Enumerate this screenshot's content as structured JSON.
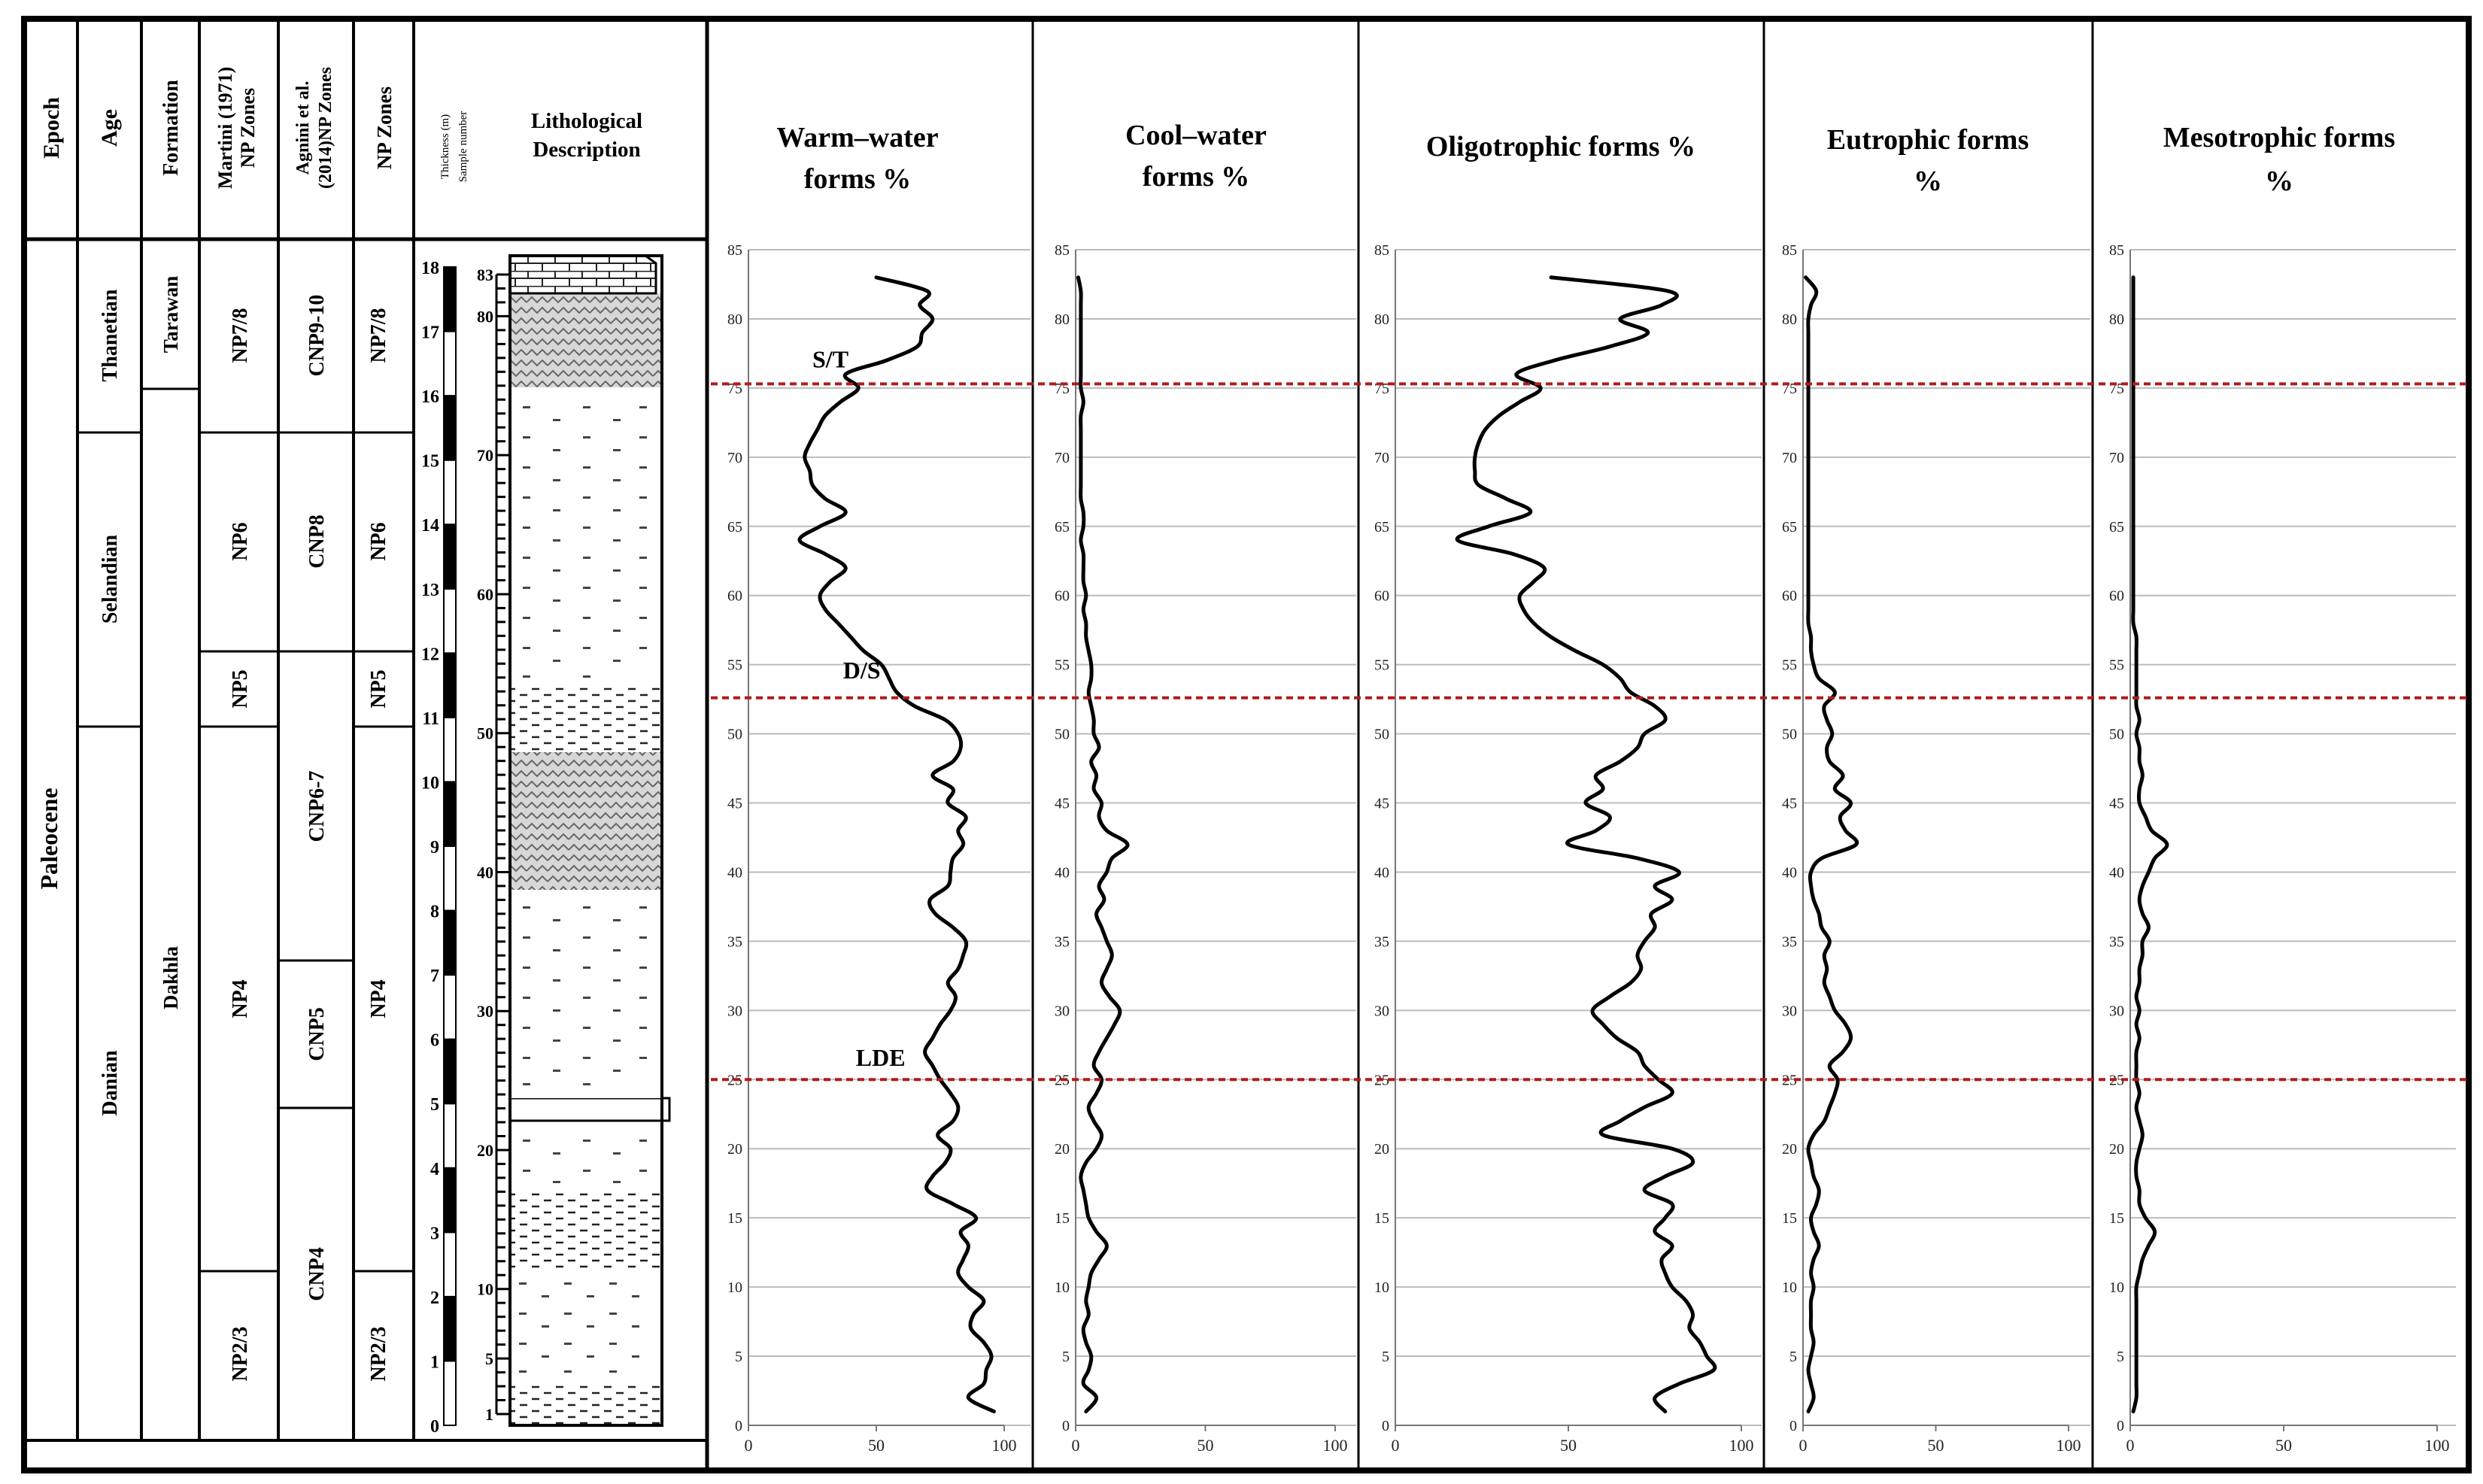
{
  "strat": {
    "headers": {
      "epoch": "Epoch",
      "age": "Age",
      "formation": "Formation",
      "martini_1": "Martini (1971)",
      "martini_2": "NP Zones",
      "agnini_1": "Agnini et al.",
      "agnini_2": "(2014)NP Zones",
      "np": "NP Zones",
      "thickness": "Thickness (m)",
      "sample": "Sample number",
      "litho_1": "Lithological",
      "litho_2": "Description"
    },
    "epoch": "Paleocene",
    "ages": [
      "Thanetian",
      "Selandian",
      "Danian"
    ],
    "formations": [
      "Tarawan",
      "Dakhla"
    ],
    "martini_zones": [
      "NP7/8",
      "NP6",
      "NP5",
      "NP4",
      "NP2/3"
    ],
    "agnini_zones": [
      "CNP9-10",
      "CNP8",
      "CNP6-7",
      "CNP5",
      "CNP4"
    ],
    "np_zones": [
      "NP7/8",
      "NP6",
      "NP5",
      "NP4",
      "NP2/3"
    ],
    "thickness_ticks": [
      "0",
      "1",
      "2",
      "3",
      "4",
      "5",
      "6",
      "7",
      "8",
      "9",
      "10",
      "11",
      "12",
      "13",
      "14",
      "15",
      "16",
      "17",
      "18"
    ],
    "sample_ticks": [
      "1",
      "5",
      "10",
      "20",
      "30",
      "40",
      "50",
      "60",
      "70",
      "80",
      "83"
    ]
  },
  "colors": {
    "boundary": "#b01c1c",
    "grid": "#bcbcbc",
    "curve": "#000000"
  },
  "chart_data": [
    {
      "type": "line",
      "title": "Warm–water forms %",
      "title_lines": [
        "Warm–water",
        "forms %"
      ],
      "xlim": [
        0,
        100
      ],
      "xticks": [
        0,
        50,
        100
      ],
      "ylim": [
        0,
        85
      ],
      "yticks": [
        0,
        5,
        10,
        15,
        20,
        25,
        30,
        35,
        40,
        45,
        50,
        55,
        60,
        65,
        70,
        75,
        80,
        85
      ],
      "annotations": [
        {
          "text": "S/T",
          "x": 25,
          "y": 76.5
        },
        {
          "text": "D/S",
          "x": 37,
          "y": 54
        },
        {
          "text": "LDE",
          "x": 42,
          "y": 26
        }
      ],
      "series": [
        {
          "x": [
            96,
            86,
            92,
            93,
            95,
            92,
            87,
            88,
            92,
            86,
            82,
            84,
            86,
            83,
            89,
            80,
            70,
            72,
            77,
            79,
            74,
            80,
            82,
            79,
            75,
            72,
            69,
            72,
            75,
            79,
            81,
            78,
            82,
            84,
            85,
            80,
            73,
            71,
            78,
            79,
            80,
            84,
            82,
            85,
            78,
            80,
            72,
            80,
            83,
            82,
            77,
            65,
            58,
            55,
            52,
            45,
            40,
            35,
            30,
            28,
            32,
            38,
            30,
            20,
            28,
            38,
            30,
            25,
            24,
            22,
            24,
            27,
            30,
            36,
            43,
            38,
            54,
            66,
            68,
            72,
            67,
            70,
            50
          ],
          "y": [
            1,
            2,
            3,
            4,
            5,
            6,
            7,
            8,
            9,
            10,
            11,
            12,
            13,
            14,
            15,
            16,
            17,
            18,
            19,
            20,
            21,
            22,
            23,
            24,
            25,
            26,
            27,
            28,
            29,
            30,
            31,
            32,
            33,
            34,
            35,
            36,
            37,
            38,
            39,
            40,
            41,
            42,
            43,
            44,
            45,
            46,
            47,
            48,
            49,
            50,
            51,
            52,
            53,
            54,
            55,
            56,
            57,
            58,
            59,
            60,
            61,
            62,
            63,
            64,
            65,
            66,
            67,
            68,
            69,
            70,
            71,
            72,
            73,
            74,
            75,
            76,
            77,
            78,
            79,
            80,
            81,
            82,
            83
          ]
        }
      ]
    },
    {
      "type": "line",
      "title": "Cool–water forms %",
      "title_lines": [
        "Cool–water",
        "forms %"
      ],
      "xlim": [
        0,
        100
      ],
      "xticks": [
        0,
        50,
        100
      ],
      "ylim": [
        0,
        85
      ],
      "yticks": [
        0,
        5,
        10,
        15,
        20,
        25,
        30,
        35,
        40,
        45,
        50,
        55,
        60,
        65,
        70,
        75,
        80,
        85
      ],
      "series": [
        {
          "x": [
            4,
            8,
            3,
            5,
            6,
            4,
            3,
            5,
            4,
            5,
            6,
            9,
            12,
            8,
            5,
            4,
            3,
            2,
            4,
            8,
            10,
            7,
            5,
            8,
            10,
            7,
            9,
            12,
            15,
            17,
            13,
            10,
            12,
            14,
            12,
            10,
            8,
            11,
            9,
            12,
            14,
            20,
            12,
            9,
            10,
            7,
            8,
            6,
            9,
            7,
            7,
            6,
            5,
            6,
            6,
            5,
            4,
            4,
            3,
            4,
            3,
            3,
            3,
            2,
            3,
            3,
            2,
            2,
            2,
            2,
            2,
            2,
            2,
            3,
            2,
            2,
            2,
            2,
            2,
            2,
            2,
            2,
            1
          ],
          "y": [
            1,
            2,
            3,
            4,
            5,
            6,
            7,
            8,
            9,
            10,
            11,
            12,
            13,
            14,
            15,
            16,
            17,
            18,
            19,
            20,
            21,
            22,
            23,
            24,
            25,
            26,
            27,
            28,
            29,
            30,
            31,
            32,
            33,
            34,
            35,
            36,
            37,
            38,
            39,
            40,
            41,
            42,
            43,
            44,
            45,
            46,
            47,
            48,
            49,
            50,
            51,
            52,
            53,
            54,
            55,
            56,
            57,
            58,
            59,
            60,
            61,
            62,
            63,
            64,
            65,
            66,
            67,
            68,
            69,
            70,
            71,
            72,
            73,
            74,
            75,
            76,
            77,
            78,
            79,
            80,
            81,
            82,
            83
          ]
        }
      ]
    },
    {
      "type": "line",
      "title": "Oligotrophic forms %",
      "title_lines": [
        "Oligotrophic forms %"
      ],
      "xlim": [
        0,
        100
      ],
      "xticks": [
        0,
        50,
        100
      ],
      "ylim": [
        0,
        85
      ],
      "yticks": [
        0,
        5,
        10,
        15,
        20,
        25,
        30,
        35,
        40,
        45,
        50,
        55,
        60,
        65,
        70,
        75,
        80,
        85
      ],
      "series": [
        {
          "x": [
            78,
            75,
            82,
            92,
            90,
            88,
            85,
            86,
            84,
            80,
            78,
            77,
            80,
            75,
            78,
            80,
            72,
            78,
            86,
            80,
            60,
            65,
            72,
            80,
            76,
            72,
            70,
            64,
            60,
            57,
            62,
            68,
            71,
            70,
            72,
            75,
            74,
            80,
            75,
            82,
            70,
            50,
            58,
            62,
            55,
            60,
            58,
            65,
            70,
            72,
            78,
            75,
            68,
            65,
            60,
            52,
            45,
            40,
            37,
            36,
            40,
            43,
            34,
            18,
            27,
            39,
            32,
            24,
            23,
            23,
            24,
            26,
            30,
            36,
            42,
            35,
            46,
            62,
            73,
            65,
            77,
            79,
            45
          ],
          "y": [
            1,
            2,
            3,
            4,
            5,
            6,
            7,
            8,
            9,
            10,
            11,
            12,
            13,
            14,
            15,
            16,
            17,
            18,
            19,
            20,
            21,
            22,
            23,
            24,
            25,
            26,
            27,
            28,
            29,
            30,
            31,
            32,
            33,
            34,
            35,
            36,
            37,
            38,
            39,
            40,
            41,
            42,
            43,
            44,
            45,
            46,
            47,
            48,
            49,
            50,
            51,
            52,
            53,
            54,
            55,
            56,
            57,
            58,
            59,
            60,
            61,
            62,
            63,
            64,
            65,
            66,
            67,
            68,
            69,
            70,
            71,
            72,
            73,
            74,
            75,
            76,
            77,
            78,
            79,
            80,
            81,
            82,
            83
          ]
        }
      ]
    },
    {
      "type": "line",
      "title": "Eutrophic forms %",
      "title_lines": [
        "Eutrophic forms",
        "%"
      ],
      "xlim": [
        0,
        100
      ],
      "xticks": [
        0,
        50,
        100
      ],
      "ylim": [
        0,
        85
      ],
      "yticks": [
        0,
        5,
        10,
        15,
        20,
        25,
        30,
        35,
        40,
        45,
        50,
        55,
        60,
        65,
        70,
        75,
        80,
        85
      ],
      "series": [
        {
          "x": [
            2,
            4,
            3,
            2,
            3,
            4,
            3,
            3,
            3,
            4,
            3,
            4,
            6,
            4,
            3,
            5,
            6,
            4,
            3,
            2,
            4,
            8,
            10,
            12,
            13,
            10,
            15,
            18,
            16,
            12,
            10,
            8,
            9,
            8,
            10,
            7,
            6,
            4,
            3,
            3,
            7,
            20,
            16,
            14,
            18,
            12,
            15,
            10,
            9,
            11,
            9,
            8,
            12,
            6,
            4,
            3,
            3,
            2,
            2,
            2,
            2,
            2,
            2,
            2,
            2,
            2,
            2,
            2,
            2,
            2,
            2,
            2,
            2,
            2,
            2,
            2,
            2,
            2,
            2,
            2,
            3,
            5,
            1
          ],
          "y": [
            1,
            2,
            3,
            4,
            5,
            6,
            7,
            8,
            9,
            10,
            11,
            12,
            13,
            14,
            15,
            16,
            17,
            18,
            19,
            20,
            21,
            22,
            23,
            24,
            25,
            26,
            27,
            28,
            29,
            30,
            31,
            32,
            33,
            34,
            35,
            36,
            37,
            38,
            39,
            40,
            41,
            42,
            43,
            44,
            45,
            46,
            47,
            48,
            49,
            50,
            51,
            52,
            53,
            54,
            55,
            56,
            57,
            58,
            59,
            60,
            61,
            62,
            63,
            64,
            65,
            66,
            67,
            68,
            69,
            70,
            71,
            72,
            73,
            74,
            75,
            76,
            77,
            78,
            79,
            80,
            81,
            82,
            83
          ]
        }
      ]
    },
    {
      "type": "line",
      "title": "Mesotrophic forms %",
      "title_lines": [
        "Mesotrophic forms",
        "%"
      ],
      "xlim": [
        0,
        100
      ],
      "xticks": [
        0,
        50,
        100
      ],
      "ylim": [
        0,
        85
      ],
      "yticks": [
        0,
        5,
        10,
        15,
        20,
        25,
        30,
        35,
        40,
        45,
        50,
        55,
        60,
        65,
        70,
        75,
        80,
        85
      ],
      "series": [
        {
          "x": [
            1,
            2,
            2,
            2,
            2,
            2,
            2,
            2,
            2,
            2,
            3,
            4,
            6,
            8,
            5,
            3,
            3,
            2,
            2,
            3,
            4,
            3,
            2,
            3,
            2,
            2,
            2,
            3,
            2,
            3,
            2,
            3,
            3,
            4,
            4,
            6,
            4,
            3,
            4,
            6,
            8,
            12,
            7,
            5,
            3,
            3,
            4,
            3,
            3,
            2,
            3,
            2,
            2,
            2,
            2,
            2,
            2,
            1,
            1,
            1,
            1,
            1,
            1,
            1,
            1,
            1,
            1,
            1,
            1,
            1,
            1,
            1,
            1,
            1,
            1,
            1,
            1,
            1,
            1,
            1,
            1,
            1,
            1
          ],
          "y": [
            1,
            2,
            3,
            4,
            5,
            6,
            7,
            8,
            9,
            10,
            11,
            12,
            13,
            14,
            15,
            16,
            17,
            18,
            19,
            20,
            21,
            22,
            23,
            24,
            25,
            26,
            27,
            28,
            29,
            30,
            31,
            32,
            33,
            34,
            35,
            36,
            37,
            38,
            39,
            40,
            41,
            42,
            43,
            44,
            45,
            46,
            47,
            48,
            49,
            50,
            51,
            52,
            53,
            54,
            55,
            56,
            57,
            58,
            59,
            60,
            61,
            62,
            63,
            64,
            65,
            66,
            67,
            68,
            69,
            70,
            71,
            72,
            73,
            74,
            75,
            76,
            77,
            78,
            79,
            80,
            81,
            82,
            83
          ]
        }
      ]
    }
  ],
  "boundaries": [
    75.3,
    52.6,
    25.0
  ]
}
